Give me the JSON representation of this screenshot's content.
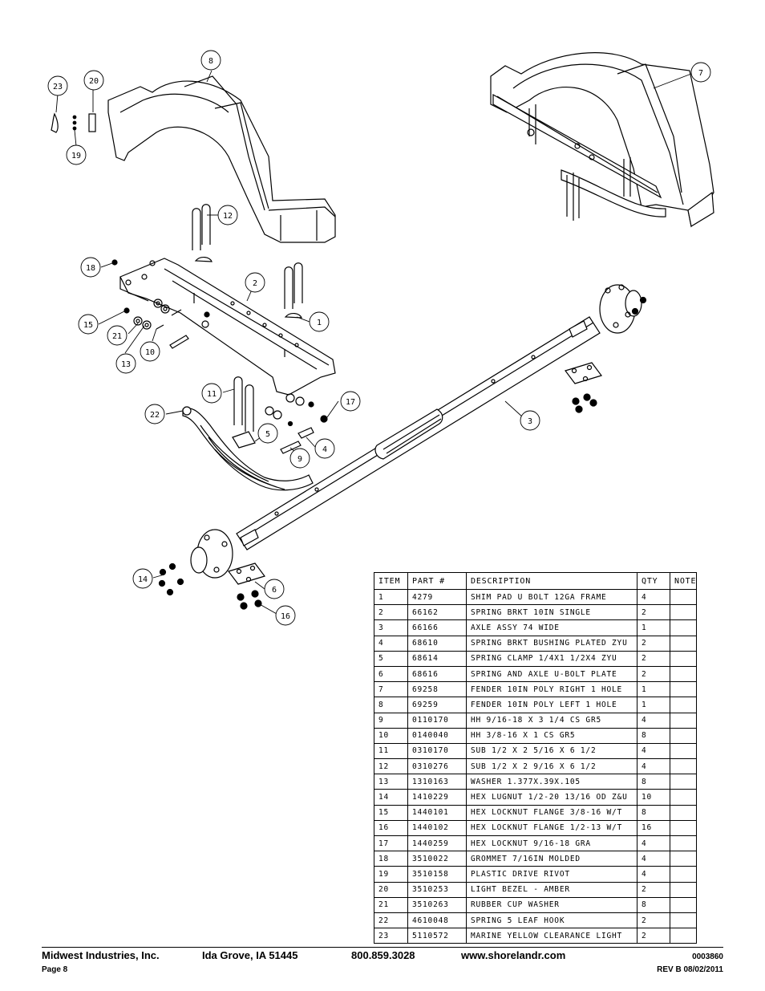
{
  "callouts": {
    "c1": "1",
    "c2": "2",
    "c3": "3",
    "c4": "4",
    "c5": "5",
    "c6": "6",
    "c7": "7",
    "c8": "8",
    "c9": "9",
    "c10": "10",
    "c11": "11",
    "c12": "12",
    "c13": "13",
    "c14": "14",
    "c15": "15",
    "c16": "16",
    "c17": "17",
    "c18": "18",
    "c19": "19",
    "c20": "20",
    "c21": "21",
    "c22": "22",
    "c23": "23"
  },
  "bom": {
    "headers": {
      "item": "ITEM",
      "part": "PART #",
      "desc": "DESCRIPTION",
      "qty": "QTY",
      "note": "NOTE"
    },
    "rows": [
      {
        "item": "1",
        "part": "4279",
        "desc": "SHIM PAD  U BOLT 12GA FRAME",
        "qty": "4",
        "note": ""
      },
      {
        "item": "2",
        "part": "66162",
        "desc": "SPRING BRKT  10IN SINGLE",
        "qty": "2",
        "note": ""
      },
      {
        "item": "3",
        "part": "66166",
        "desc": "AXLE ASSY 74 WIDE",
        "qty": "1",
        "note": ""
      },
      {
        "item": "4",
        "part": "68610",
        "desc": "SPRING BRKT BUSHING PLATED ZYU",
        "qty": "2",
        "note": ""
      },
      {
        "item": "5",
        "part": "68614",
        "desc": "SPRING CLAMP  1/4X1 1/2X4  ZYU",
        "qty": "2",
        "note": ""
      },
      {
        "item": "6",
        "part": "68616",
        "desc": "SPRING AND AXLE U-BOLT PLATE",
        "qty": "2",
        "note": ""
      },
      {
        "item": "7",
        "part": "69258",
        "desc": "FENDER  10IN POLY RIGHT 1 HOLE",
        "qty": "1",
        "note": ""
      },
      {
        "item": "8",
        "part": "69259",
        "desc": "FENDER  10IN POLY LEFT 1 HOLE",
        "qty": "1",
        "note": ""
      },
      {
        "item": "9",
        "part": "0110170",
        "desc": "HH 9/16-18 X 3 1/4 CS GR5",
        "qty": "4",
        "note": ""
      },
      {
        "item": "10",
        "part": "0140040",
        "desc": "HH 3/8-16 X 1 CS GR5",
        "qty": "8",
        "note": ""
      },
      {
        "item": "11",
        "part": "0310170",
        "desc": "SUB 1/2 X 2 5/16 X 6 1/2",
        "qty": "4",
        "note": ""
      },
      {
        "item": "12",
        "part": "0310276",
        "desc": "SUB 1/2 X 2 9/16 X 6 1/2",
        "qty": "4",
        "note": ""
      },
      {
        "item": "13",
        "part": "1310163",
        "desc": "WASHER 1.377X.39X.105",
        "qty": "8",
        "note": ""
      },
      {
        "item": "14",
        "part": "1410229",
        "desc": "HEX LUGNUT 1/2-20 13/16 OD Z&U",
        "qty": "10",
        "note": ""
      },
      {
        "item": "15",
        "part": "1440101",
        "desc": "HEX LOCKNUT FLANGE 3/8-16 W/T",
        "qty": "8",
        "note": ""
      },
      {
        "item": "16",
        "part": "1440102",
        "desc": "HEX LOCKNUT FLANGE 1/2-13 W/T",
        "qty": "16",
        "note": ""
      },
      {
        "item": "17",
        "part": "1440259",
        "desc": "HEX LOCKNUT 9/16-18 GRA",
        "qty": "4",
        "note": ""
      },
      {
        "item": "18",
        "part": "3510022",
        "desc": "GROMMET  7/16IN MOLDED",
        "qty": "4",
        "note": ""
      },
      {
        "item": "19",
        "part": "3510158",
        "desc": "PLASTIC DRIVE RIVOT",
        "qty": "4",
        "note": ""
      },
      {
        "item": "20",
        "part": "3510253",
        "desc": "LIGHT BEZEL - AMBER",
        "qty": "2",
        "note": ""
      },
      {
        "item": "21",
        "part": "3510263",
        "desc": "RUBBER CUP WASHER",
        "qty": "8",
        "note": ""
      },
      {
        "item": "22",
        "part": "4610048",
        "desc": "SPRING  5 LEAF HOOK",
        "qty": "2",
        "note": ""
      },
      {
        "item": "23",
        "part": "5110572",
        "desc": "MARINE YELLOW CLEARANCE LIGHT",
        "qty": "2",
        "note": ""
      }
    ]
  },
  "footer": {
    "company": "Midwest Industries, Inc.",
    "city": "Ida Grove, IA  51445",
    "phone": "800.859.3028",
    "web": "www.shorelandr.com",
    "docnum": "0003860",
    "page": "Page 8",
    "rev": "REV B  08/02/2011"
  }
}
